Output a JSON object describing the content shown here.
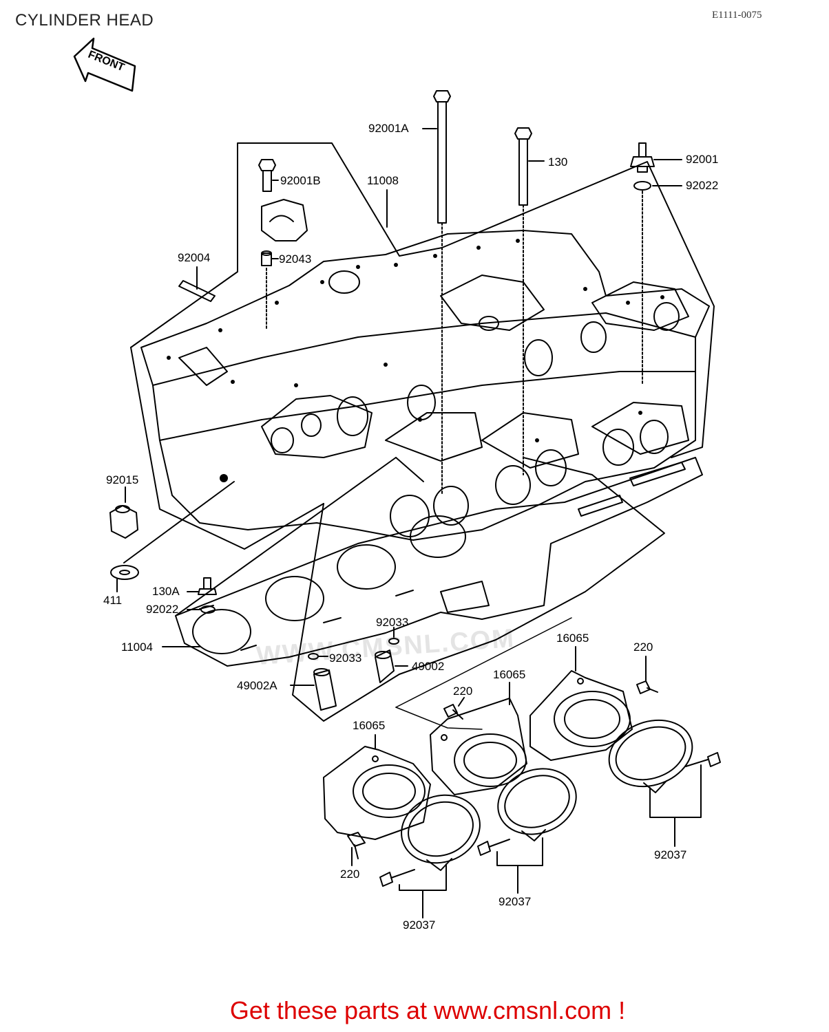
{
  "header": {
    "title": "CYLINDER HEAD",
    "code": "E1111-0075"
  },
  "front_arrow": "FRONT",
  "watermark": "WWW.CMSNL.COM",
  "labels": {
    "p92001A": "92001A",
    "p130": "130",
    "p92001": "92001",
    "p92022a": "92022",
    "p92001B": "92001B",
    "p11008": "11008",
    "p92004": "92004",
    "p92043": "92043",
    "p92015": "92015",
    "p130A": "130A",
    "p92022b": "92022",
    "p411": "411",
    "p11004": "11004",
    "p92033a": "92033",
    "p92033b": "92033",
    "p49002": "49002",
    "p49002A": "49002A",
    "p16065a": "16065",
    "p16065b": "16065",
    "p16065c": "16065",
    "p220a": "220",
    "p220b": "220",
    "p220c": "220",
    "p92037a": "92037",
    "p92037b": "92037",
    "p92037c": "92037"
  },
  "footer": {
    "text": "Get these parts at www.cmsnl.com !",
    "color": "#dd0000"
  }
}
